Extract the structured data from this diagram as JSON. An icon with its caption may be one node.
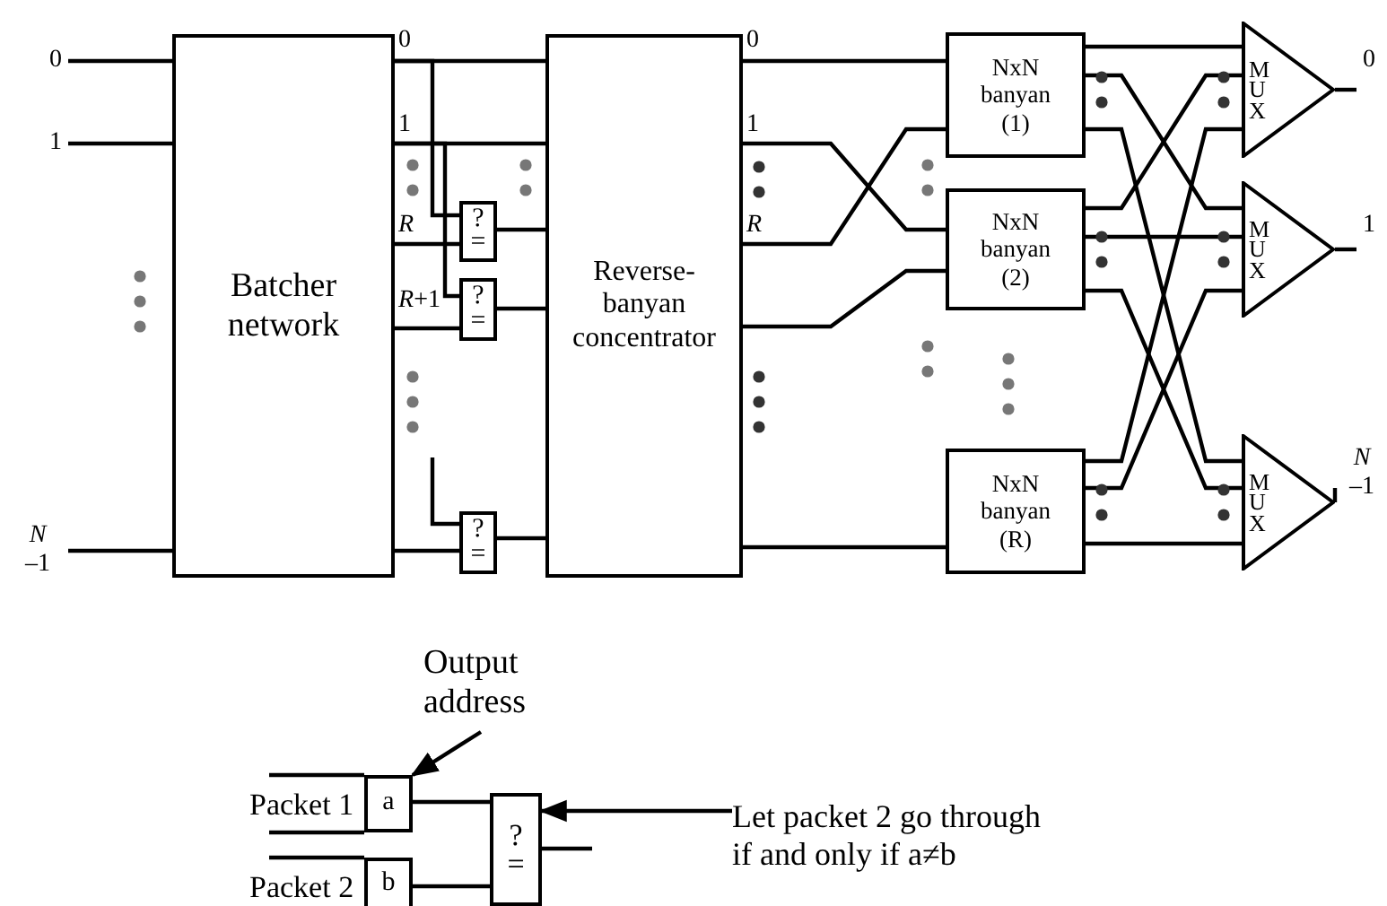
{
  "diagram": {
    "nodes": [
      {
        "text": [
          "Batcher network"
        ]
      },
      {
        "text": [
          "?",
          "="
        ]
      },
      {
        "text": [
          "?",
          "="
        ]
      },
      {
        "text": [
          "?",
          "="
        ]
      },
      {
        "text": [
          "Reverse-banyan concentrator"
        ]
      },
      {
        "text": [
          "NxN banyan (1)"
        ]
      },
      {
        "text": [
          "NxN banyan (2)"
        ]
      },
      {
        "text": [
          "NxN banyan (R)"
        ]
      },
      {
        "text": [
          "MUX"
        ]
      },
      {
        "text": [
          "MUX"
        ]
      },
      {
        "text": [
          "MUX"
        ]
      },
      {
        "text": [
          "a"
        ],
        "beside": [
          "Packet 1"
        ]
      },
      {
        "text": [
          "b"
        ],
        "beside": [
          "Packet 2"
        ]
      },
      {
        "text": [
          "?",
          "="
        ]
      },
      {
        "text": [
          "Output address"
        ]
      },
      {
        "text": [
          "Let packet 2 go through if and only if a≠b"
        ]
      },
      {
        "text": [
          "0"
        ]
      },
      {
        "text": [
          "1"
        ]
      },
      {
        "text": [
          "*N*–1"
        ]
      },
      {
        "text": [
          "0"
        ]
      },
      {
        "text": [
          "1"
        ]
      },
      {
        "text": [
          "*N*–1"
        ]
      }
    ],
    "edges": [
      {
        "from": 16,
        "to": 0,
        "arrow": "none"
      },
      {
        "from": 17,
        "to": 0,
        "arrow": "none"
      },
      {
        "from": 18,
        "to": 0,
        "arrow": "none"
      },
      {
        "from": 0,
        "to": 4,
        "arrow": "none"
      },
      {
        "from": 0,
        "to": 4,
        "arrow": "none"
      },
      {
        "from": 0,
        "to": 1,
        "arrow": "none"
      },
      {
        "from": 0,
        "to": 2,
        "arrow": "none"
      },
      {
        "from": 0,
        "to": 1,
        "arrow": "none"
      },
      {
        "from": 0,
        "to": 2,
        "arrow": "none"
      },
      {
        "from": 0,
        "to": 3,
        "arrow": "none"
      },
      {
        "from": null,
        "to": 3,
        "arrow": "none"
      },
      {
        "from": 1,
        "to": 4,
        "arrow": "none"
      },
      {
        "from": 2,
        "to": 4,
        "arrow": "none"
      },
      {
        "from": 3,
        "to": 4,
        "arrow": "none"
      },
      {
        "from": 4,
        "to": 5,
        "arrow": "none"
      },
      {
        "from": 4,
        "to": 6,
        "arrow": "none"
      },
      {
        "from": 4,
        "to": 5,
        "arrow": "none"
      },
      {
        "from": 4,
        "to": 6,
        "arrow": "none"
      },
      {
        "from": 4,
        "to": 7,
        "arrow": "none"
      },
      {
        "from": 5,
        "to": 8,
        "arrow": "none"
      },
      {
        "from": 5,
        "to": 9,
        "arrow": "none"
      },
      {
        "from": 5,
        "to": 10,
        "arrow": "none"
      },
      {
        "from": 6,
        "to": 8,
        "arrow": "none"
      },
      {
        "from": 6,
        "to": 9,
        "arrow": "none"
      },
      {
        "from": 6,
        "to": 10,
        "arrow": "none"
      },
      {
        "from": 7,
        "to": 8,
        "arrow": "none"
      },
      {
        "from": 7,
        "to": 9,
        "arrow": "none"
      },
      {
        "from": 7,
        "to": 10,
        "arrow": "none"
      },
      {
        "from": 8,
        "to": 19,
        "arrow": "none"
      },
      {
        "from": 9,
        "to": 20,
        "arrow": "none"
      },
      {
        "from": 10,
        "to": 21,
        "arrow": "none"
      },
      {
        "from": 11,
        "to": 13,
        "arrow": "none"
      },
      {
        "from": 12,
        "to": 13,
        "arrow": "none"
      },
      {
        "from": 13,
        "to": null,
        "arrow": "none"
      },
      {
        "from": 14,
        "to": 11,
        "arrow": "to"
      },
      {
        "from": 15,
        "to": 13,
        "arrow": "to"
      }
    ],
    "labels": [
      "0",
      "1",
      "*R*",
      "*R*+1",
      "0",
      "1",
      "*R*"
    ]
  }
}
